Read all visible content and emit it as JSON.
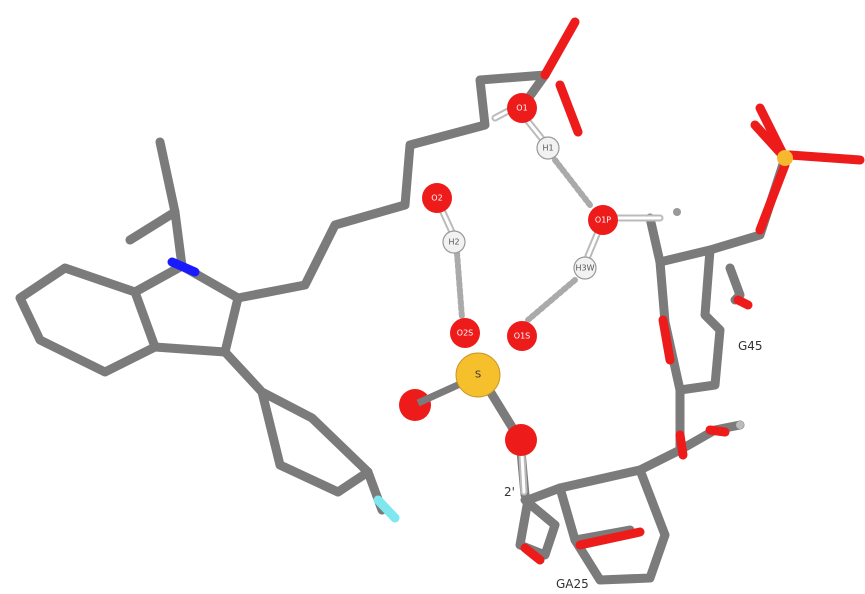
{
  "colors": {
    "carbon": "#7b7b7b",
    "oxygen": "#ee1b1b",
    "nitrogen": "#1a1aff",
    "fluorine": "#7fe8ee",
    "sulfur": "#f5c02c",
    "phosphorus": "#f5b82e",
    "hydrogen": "#f2f2f2",
    "hbond": "#aaaaaa"
  },
  "atoms": {
    "o1": "O1",
    "o2": "O2",
    "o1s": "O1S",
    "o2s": "O2S",
    "o1p": "O1P",
    "h1": "H1",
    "h2": "H2",
    "h3w": "H3W",
    "s": "S"
  },
  "labels": {
    "g45": "G45",
    "ga25": "GA25",
    "two_prime": "2'"
  }
}
